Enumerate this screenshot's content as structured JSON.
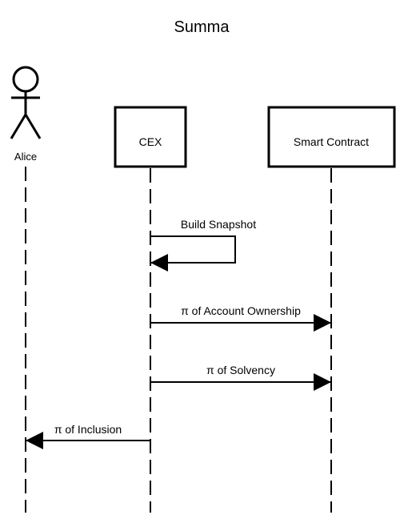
{
  "title": "Summa",
  "participants": [
    {
      "id": "alice",
      "label": "Alice",
      "kind": "actor"
    },
    {
      "id": "cex",
      "label": "CEX",
      "kind": "box"
    },
    {
      "id": "contract",
      "label": "Smart Contract",
      "kind": "box"
    }
  ],
  "messages": [
    {
      "from": "cex",
      "to": "cex",
      "label": "Build Snapshot"
    },
    {
      "from": "cex",
      "to": "contract",
      "label": "π of Account Ownership"
    },
    {
      "from": "cex",
      "to": "contract",
      "label": "π of Solvency"
    },
    {
      "from": "cex",
      "to": "alice",
      "label": "π of Inclusion"
    }
  ]
}
